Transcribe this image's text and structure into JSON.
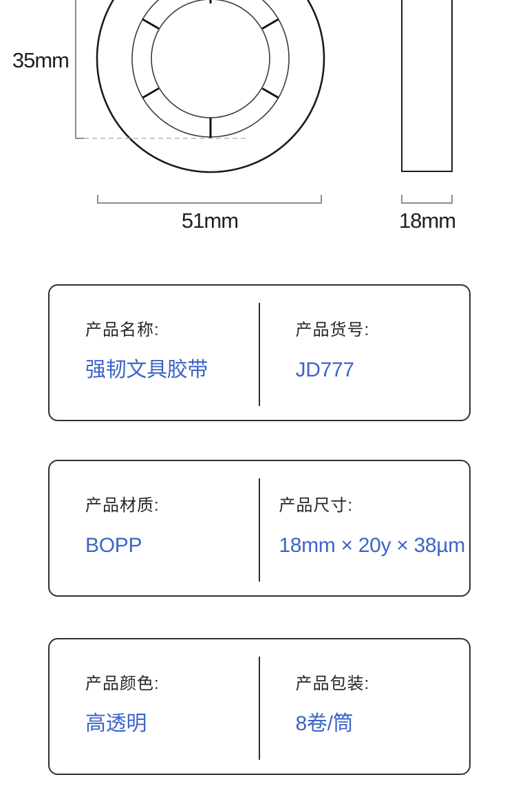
{
  "colors": {
    "background": "#ffffff",
    "outline": "#1a1a1a",
    "thin_line": "#3a3a3a",
    "dimension_line": "#8c8c8c",
    "dashed_line": "#b5b5b5",
    "dim_label": "#1f1f1f",
    "card_border": "#2f2f2f",
    "spec_label": "#262626",
    "spec_value": "#3c64c8"
  },
  "diagram": {
    "description": "tape roll dimension drawing, front view circle and side view strip",
    "labels": {
      "roll_height": "35mm",
      "roll_diameter": "51mm",
      "tape_width": "18mm"
    }
  },
  "spec_cards": [
    {
      "left": {
        "label": "产品名称:",
        "value": "强韧文具胶带"
      },
      "right": {
        "label": "产品货号:",
        "value": "JD777"
      }
    },
    {
      "left": {
        "label": "产品材质:",
        "value": "BOPP"
      },
      "right": {
        "label": "产品尺寸:",
        "value": "18mm × 20y × 38µm"
      }
    },
    {
      "left": {
        "label": "产品颜色:",
        "value": "高透明"
      },
      "right": {
        "label": "产品包装:",
        "value": "8卷/筒"
      }
    }
  ]
}
